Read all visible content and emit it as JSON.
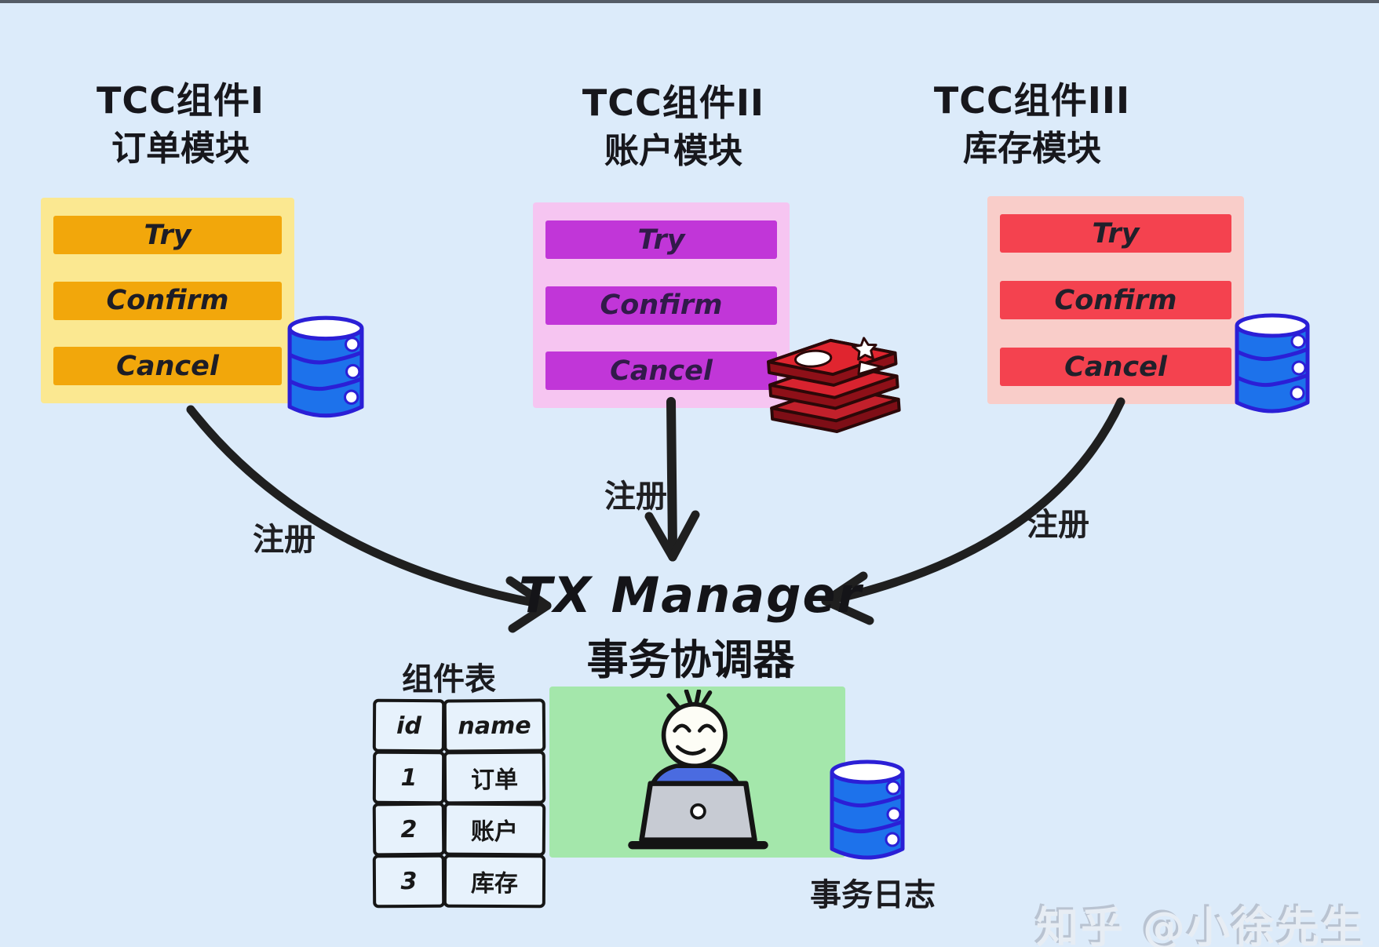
{
  "page": {
    "background_color": "#DCEBFA",
    "watermark": "知乎 @小徐先生"
  },
  "components": [
    {
      "title": "TCC组件I",
      "subtitle": "订单模块",
      "buttons": [
        "Try",
        "Confirm",
        "Cancel"
      ],
      "panel_color": "#FBE891",
      "bar_color": "#F2A70B",
      "storage_icon": "database"
    },
    {
      "title": "TCC组件II",
      "subtitle": "账户模块",
      "buttons": [
        "Try",
        "Confirm",
        "Cancel"
      ],
      "panel_color": "#F6C5F1",
      "bar_color": "#C136D8",
      "storage_icon": "redis-stack"
    },
    {
      "title": "TCC组件III",
      "subtitle": "库存模块",
      "buttons": [
        "Try",
        "Confirm",
        "Cancel"
      ],
      "panel_color": "#F9CDC9",
      "bar_color": "#F4424F",
      "storage_icon": "database"
    }
  ],
  "arrows": {
    "left_label": "注册",
    "middle_label": "注册",
    "right_label": "注册",
    "color": "#1f1f1f"
  },
  "manager": {
    "title": "TX Manager",
    "subtitle": "事务协调器"
  },
  "component_table": {
    "title": "组件表",
    "headers": [
      "id",
      "name"
    ],
    "rows": [
      [
        "1",
        "订单"
      ],
      [
        "2",
        "账户"
      ],
      [
        "3",
        "库存"
      ]
    ]
  },
  "tx_log": {
    "label": "事务日志"
  },
  "colors": {
    "database_fill": "#1D72EB",
    "database_outline": "#2B1FD6",
    "redis_red": "#D8232F",
    "coordinator_panel_green": "#A4E7AB",
    "component1_panel": "#FBE891",
    "component1_bar": "#F2A70B",
    "component2_panel": "#F6C5F1",
    "component2_bar": "#C136D8",
    "component3_panel": "#F9CDC9",
    "component3_bar": "#F4424F"
  }
}
